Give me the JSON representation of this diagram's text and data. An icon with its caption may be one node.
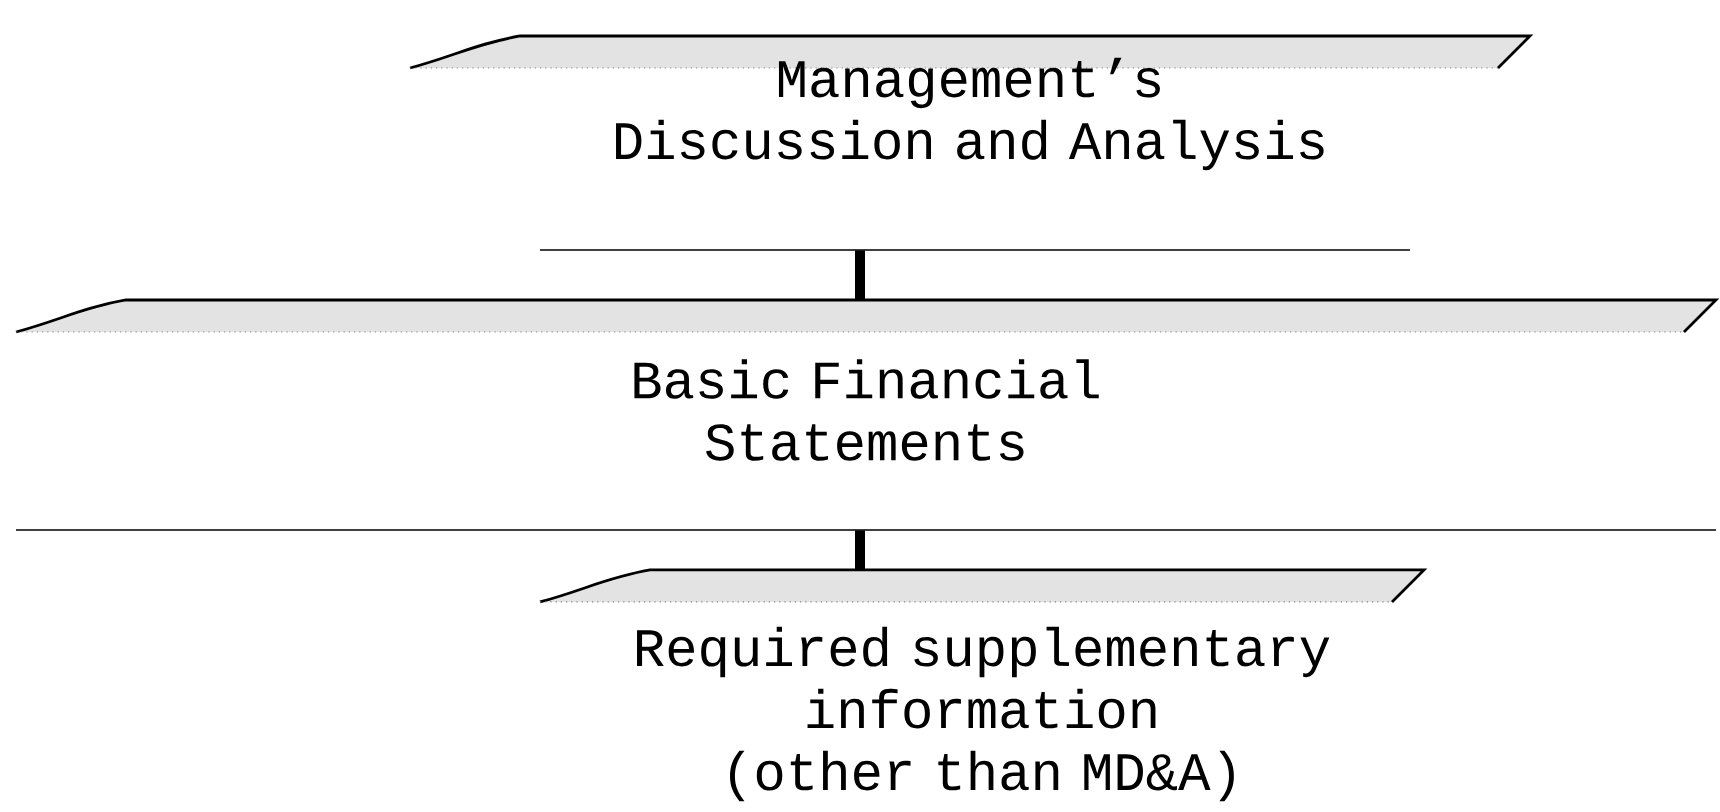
{
  "diagram": {
    "nodes": [
      {
        "text": [
          "Management’s Discussion and Analysis"
        ]
      },
      {
        "text": [
          "Basic Financial Statements"
        ]
      },
      {
        "text": [
          "Required supplementary information (other than MD&A)"
        ]
      }
    ],
    "edges": [
      {
        "from": 0,
        "to": 1,
        "arrow": "none"
      },
      {
        "from": 1,
        "to": 2,
        "arrow": "none"
      }
    ]
  }
}
